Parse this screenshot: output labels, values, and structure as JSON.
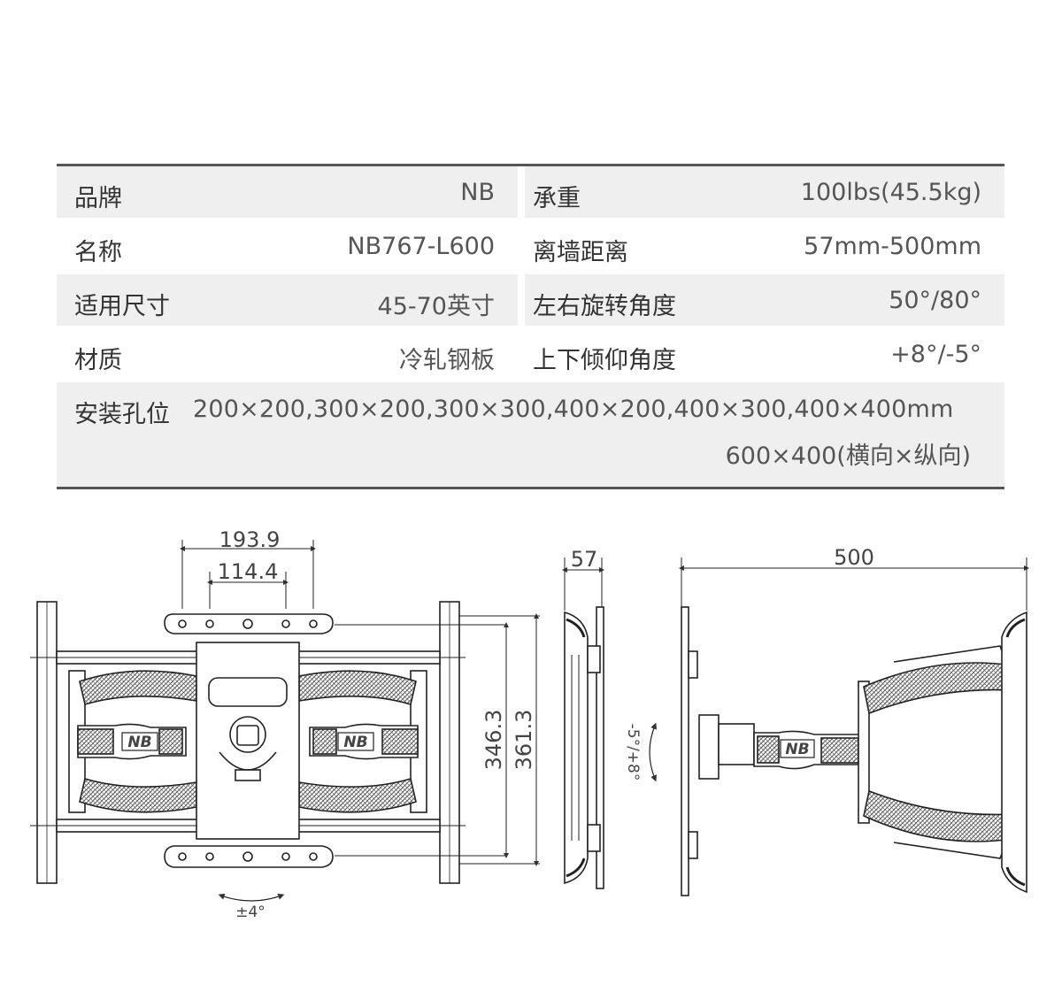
{
  "specs": {
    "rows": [
      {
        "left_label": "品牌",
        "left_value": "NB",
        "right_label": "承重",
        "right_value": "100lbs(45.5kg)"
      },
      {
        "left_label": "名称",
        "left_value": "NB767-L600",
        "right_label": "离墙距离",
        "right_value": "57mm-500mm"
      },
      {
        "left_label": "适用尺寸",
        "left_value": "45-70英寸",
        "right_label": "左右旋转角度",
        "right_value": "50°/80°"
      },
      {
        "left_label": "材质",
        "left_value": "冷轧钢板",
        "right_label": "上下倾仰角度",
        "right_value": "+8°/-5°"
      }
    ],
    "install": {
      "label": "安装孔位",
      "line1": "200×200,300×200,300×300,400×200,400×300,400×400mm",
      "line2": "600×400(横向×纵向)"
    }
  },
  "diagram": {
    "front_width_outer": "193.9",
    "front_width_inner": "114.4",
    "front_height_inner": "346.3",
    "front_height_outer": "361.3",
    "rotate_label": "±4°",
    "side_depth_min": "57",
    "tilt_label": "-5°/+8°",
    "side_depth_max": "500",
    "logo_text": "NB"
  }
}
